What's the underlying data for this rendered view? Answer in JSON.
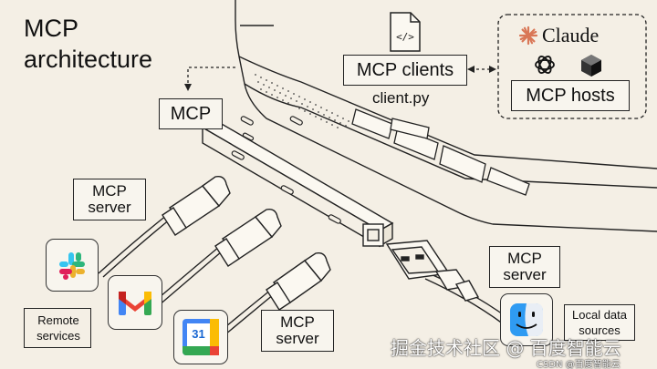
{
  "title": {
    "line1": "MCP",
    "line2": "architecture"
  },
  "client_file": {
    "icon": "code-file-icon",
    "label": "client.py"
  },
  "mcp_clients_label": "MCP clients",
  "mcp_label": "MCP",
  "hosts": {
    "claude_label": "Claude",
    "hosts_label": "MCP hosts",
    "icons": [
      "claude-sparkle-icon",
      "openai-logo-icon",
      "cube-logo-icon"
    ]
  },
  "servers": {
    "remote_server_label": "MCP\nserver",
    "remote_server_label_2": "MCP\nserver",
    "local_server_label": "MCP\nserver"
  },
  "remote_services_label": "Remote\nservices",
  "local_sources_label": "Local data\nsources",
  "service_icons": [
    "slack-icon",
    "gmail-icon",
    "google-calendar-icon",
    "finder-icon"
  ],
  "calendar_day": "31",
  "watermark": {
    "main": "掘金技术社区 @ 百度智能云",
    "small": "CSDN @百度智能云"
  },
  "colors": {
    "background": "#f4efe5",
    "ink": "#111111",
    "slack_blue": "#36C5F0",
    "slack_green": "#2EB67D",
    "slack_red": "#E01E5A",
    "slack_yellow": "#ECB22E",
    "gmail_red": "#EA4335",
    "claude_orange": "#D97757"
  }
}
